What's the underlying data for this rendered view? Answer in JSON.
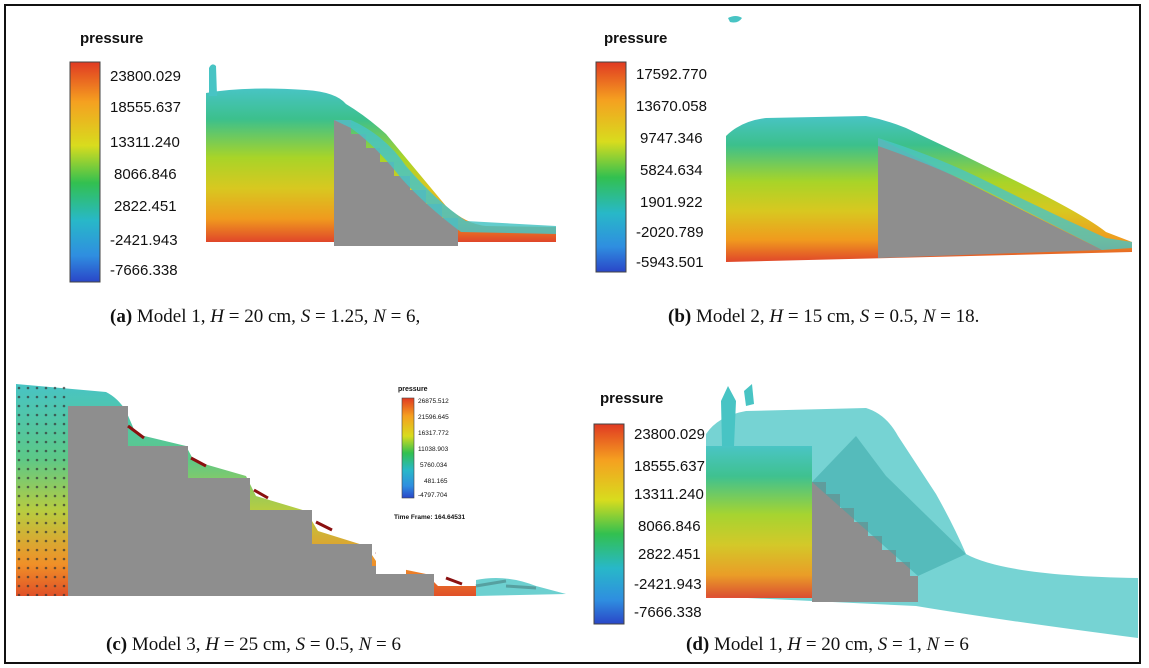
{
  "panels": {
    "a": {
      "legend_title": "pressure",
      "ticks": [
        "23800.029",
        "18555.637",
        "13311.240",
        "8066.846",
        "2822.451",
        "-2421.943",
        "-7666.338"
      ],
      "caption": {
        "label": "(a)",
        "model": "Model 1,",
        "h": "H",
        "h_val": "= 20 cm,",
        "s": "S",
        "s_val": "= 1.25,",
        "n": "N",
        "n_val": "= 6,"
      }
    },
    "b": {
      "legend_title": "pressure",
      "ticks": [
        "17592.770",
        "13670.058",
        "9747.346",
        "5824.634",
        "1901.922",
        "-2020.789",
        "-5943.501"
      ],
      "caption": {
        "label": "(b)",
        "model": "Model 2,",
        "h": "H",
        "h_val": "= 15 cm,",
        "s": "S",
        "s_val": "= 0.5,",
        "n": "N",
        "n_val": "= 18."
      }
    },
    "c": {
      "legend_title": "pressure",
      "ticks": [
        "26875.512",
        "21596.645",
        "16317.772",
        "11038.903",
        "5760.034",
        "481.165",
        "-4797.704"
      ],
      "time_frame": "Time Frame:  164.64531",
      "caption": {
        "label": "(c)",
        "model": "Model 3,",
        "h": "H",
        "h_val": "= 25 cm,",
        "s": "S",
        "s_val": "= 0.5,",
        "n": "N",
        "n_val": "= 6"
      }
    },
    "d": {
      "legend_title": "pressure",
      "ticks": [
        "23800.029",
        "18555.637",
        "13311.240",
        "8066.846",
        "2822.451",
        "-2421.943",
        "-7666.338"
      ],
      "caption": {
        "label": "(d)",
        "model": "Model 1,",
        "h": "H",
        "h_val": "= 20 cm,",
        "s": "S",
        "s_val": "= 1,",
        "n": "N",
        "n_val": "= 6"
      }
    }
  },
  "colors": {
    "high": "#e03a22",
    "mid_high": "#f5a020",
    "mid": "#d8dc1e",
    "mid_low": "#32c050",
    "low": "#28b8c8",
    "lowest": "#2a46c8",
    "structure": "#8e8e8e",
    "water_surface": "#48c4c4"
  }
}
